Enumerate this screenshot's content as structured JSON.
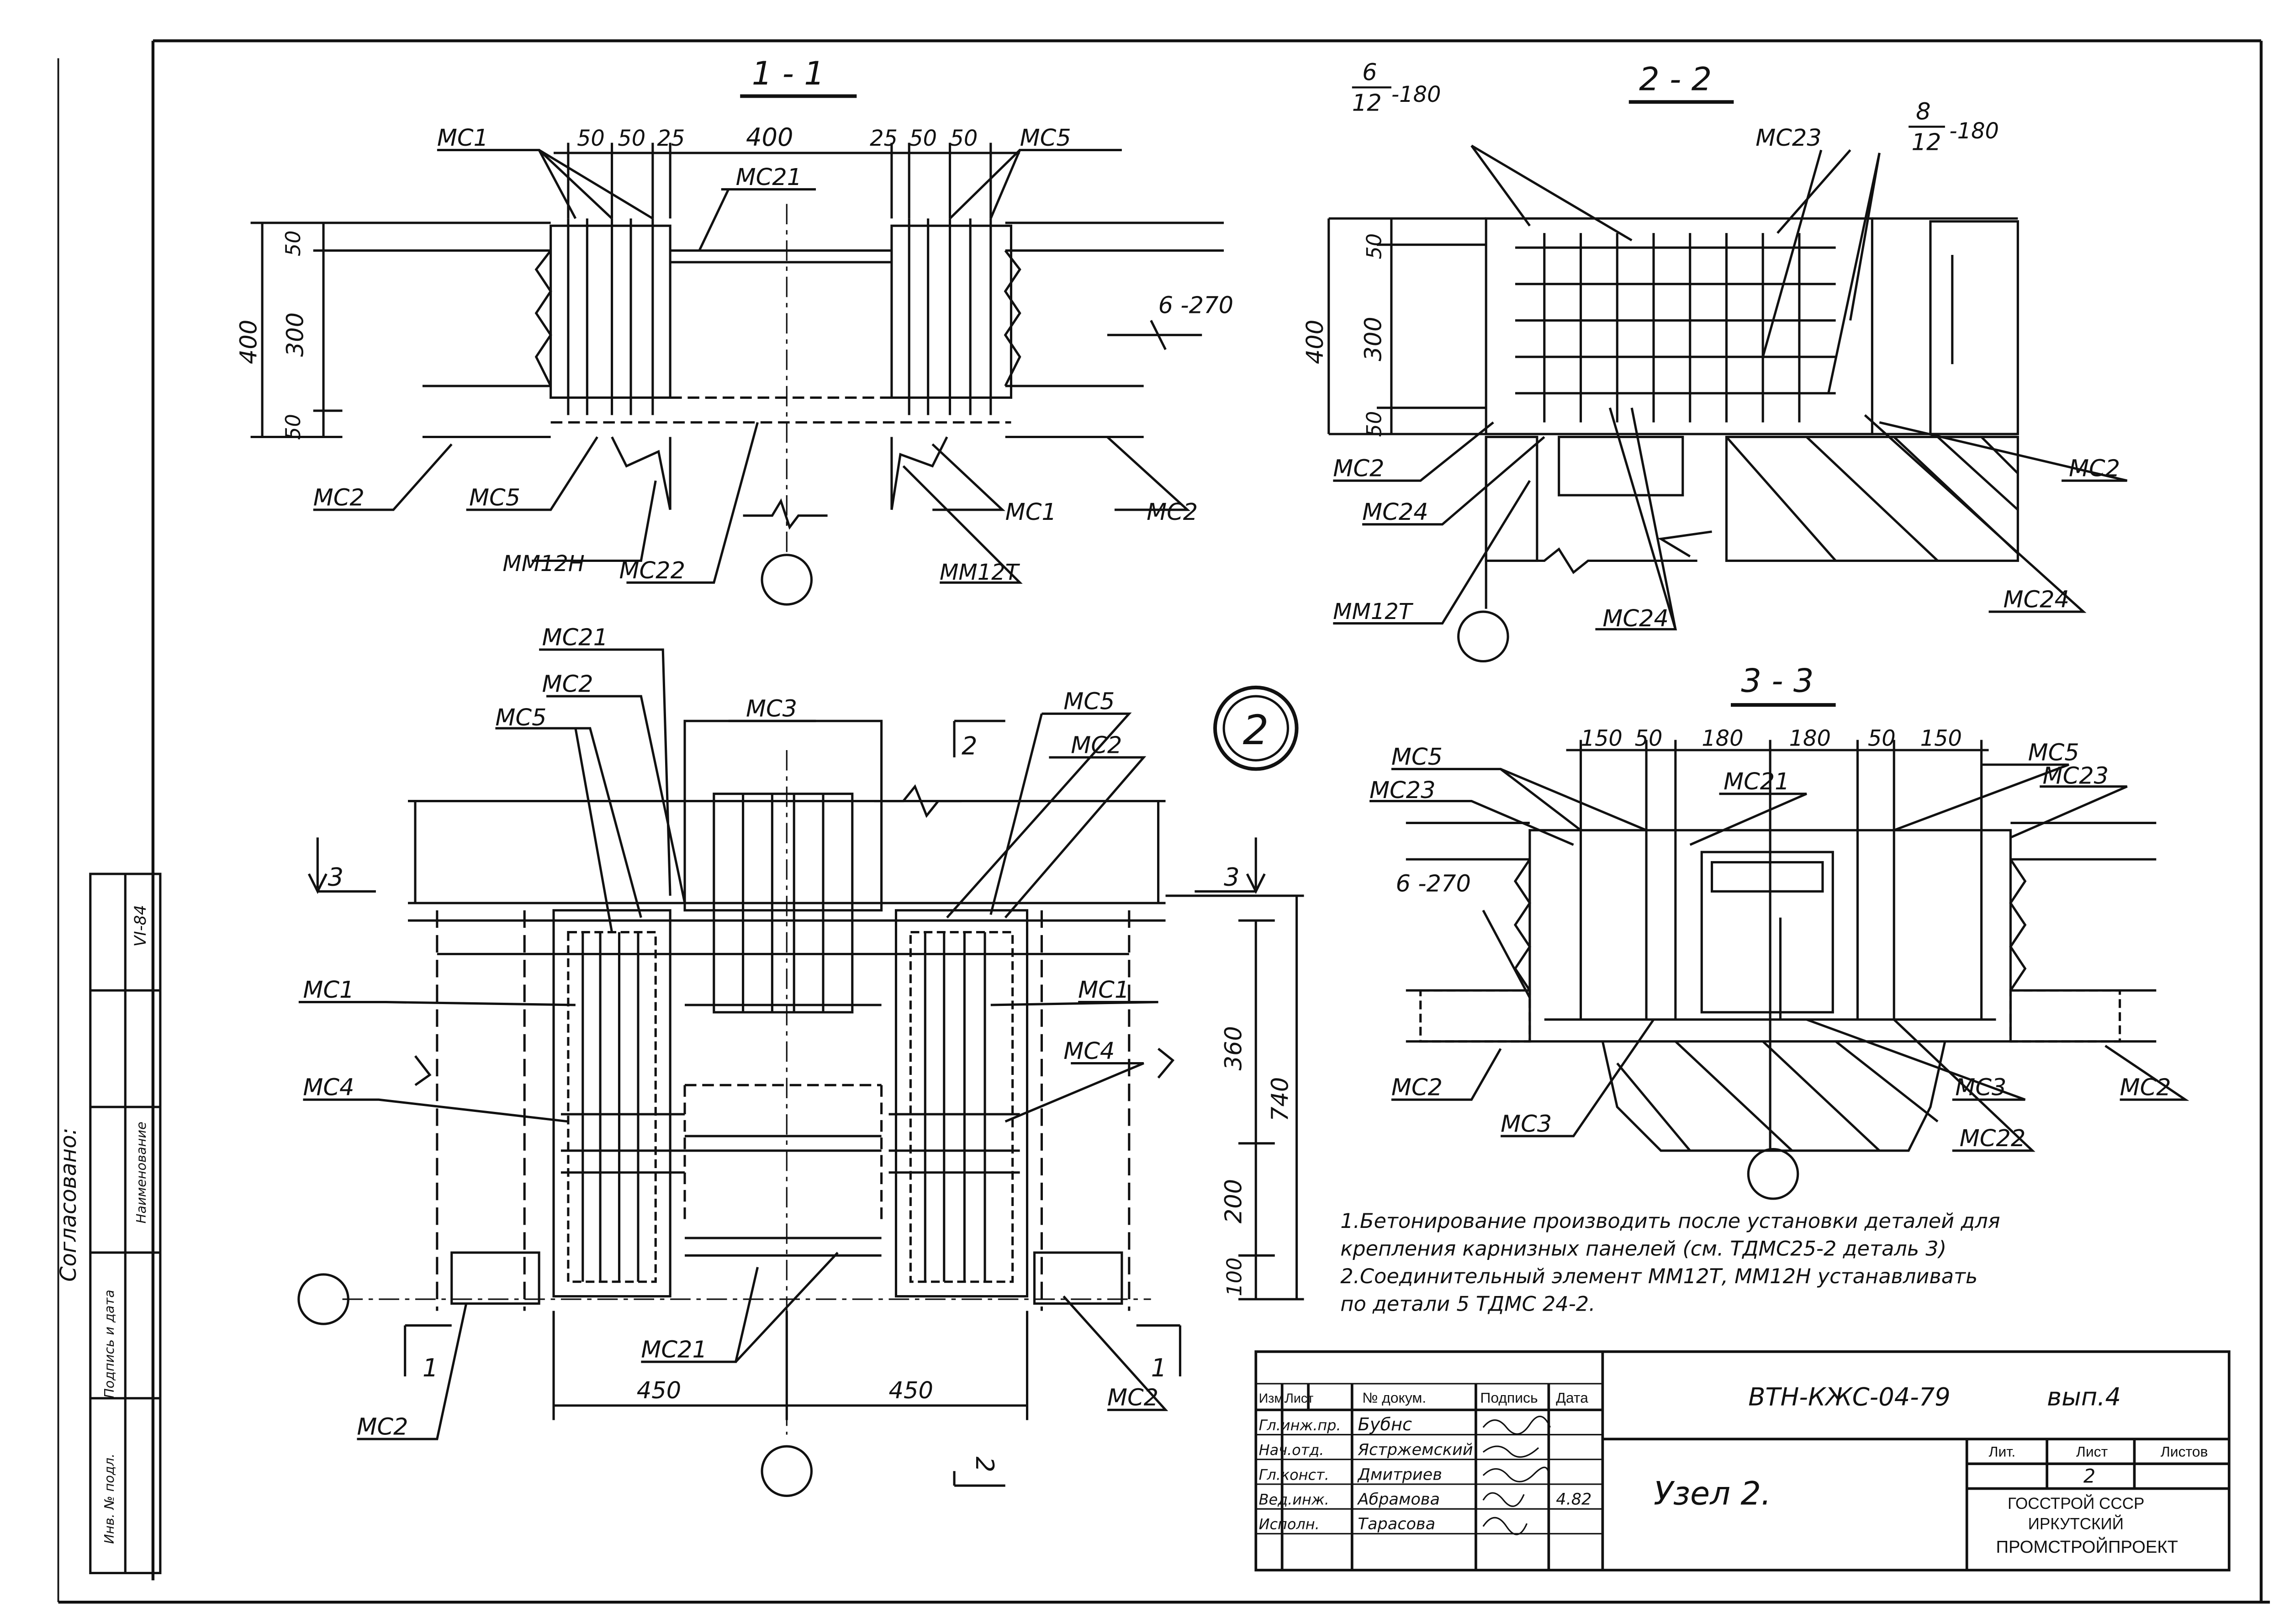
{
  "sections": {
    "s11": "1 - 1",
    "s22": "2 - 2",
    "s33": "3 - 3",
    "node_number": "2"
  },
  "section_marks": {
    "cut2_top": "2",
    "cut2_bottom": "2",
    "cut3_left": "3",
    "cut3_right": "3",
    "cut1_left": "1",
    "cut1_right": "1"
  },
  "dimensions": {
    "s11": [
      "50",
      "50",
      "25",
      "400",
      "25",
      "50",
      "50",
      "50",
      "300",
      "50",
      "400"
    ],
    "s22": [
      "50",
      "300",
      "50",
      "400"
    ],
    "s33": [
      "150",
      "50",
      "180",
      "180",
      "50",
      "150"
    ],
    "plan": [
      "450",
      "450",
      "360",
      "200",
      "100",
      "740"
    ]
  },
  "rebar": {
    "s22_top_left": "6",
    "s22_top_left_den": "12",
    "s22_top_left_len": "-180",
    "s22_top_right": "8",
    "s22_top_right_den": "12",
    "s22_top_right_len": "-180",
    "s11_pipe": "6 -270",
    "s33_pipe": "6 -270"
  },
  "labels": {
    "s11": [
      "МС1",
      "МС5",
      "МС21",
      "МС2",
      "МС5",
      "ММ12Н",
      "МС22",
      "ММ12Т",
      "МС1",
      "МС2"
    ],
    "s22": [
      "МС23",
      "МС2",
      "МС2",
      "МС24",
      "ММ12Т",
      "МС24",
      "МС24"
    ],
    "plan": [
      "МС21",
      "МС2",
      "МС5",
      "МС3",
      "МС5",
      "МС2",
      "МС1",
      "МС1",
      "МС4",
      "МС4",
      "МС21",
      "МС2",
      "МС2"
    ],
    "s33": [
      "МС5",
      "МС23",
      "МС21",
      "МС5",
      "МС23",
      "МС2",
      "МС3",
      "МС3",
      "МС22",
      "МС2"
    ]
  },
  "notes": [
    "1.Бетонирование производить после установки деталей для",
    "крепления карнизных панелей (см. ТДМС25-2 деталь 3)",
    "2.Соединительный элемент ММ12Т, ММ12Н устанавливать",
    "по детали 5 ТДМС 24-2."
  ],
  "approval": {
    "title": "Согласовано:",
    "row1": "Наименование",
    "row2": "Подпись и дата",
    "row3": "Инв. № подл.",
    "stamp": "VI-84"
  },
  "title_block": {
    "doc_code": "ВТН-КЖС-04-79",
    "issue": "вып.4",
    "title": "Узел 2.",
    "hdr_izm": "Изм.",
    "hdr_list": "Лист",
    "hdr_doc": "№ докум.",
    "hdr_sign": "Подпись",
    "hdr_date": "Дата",
    "roles": [
      {
        "role": "Гл.инж.пр.",
        "name": "Бубнс"
      },
      {
        "role": "Нач.отд.",
        "name": "Ястржемский"
      },
      {
        "role": "Гл.конст.",
        "name": "Дмитриев"
      },
      {
        "role": "Вед.инж.",
        "name": "Абрамова"
      },
      {
        "role": "Исполн.",
        "name": "Тарасова"
      }
    ],
    "date_value": "4.82",
    "lit_label": "Лит.",
    "sheet_label": "Лист",
    "sheets_label": "Листов",
    "sheet_value": "2",
    "org": [
      "ГОССТРОЙ СССР",
      "ИРКУТСКИЙ",
      "ПРОМСТРОЙПРОЕКТ"
    ]
  }
}
